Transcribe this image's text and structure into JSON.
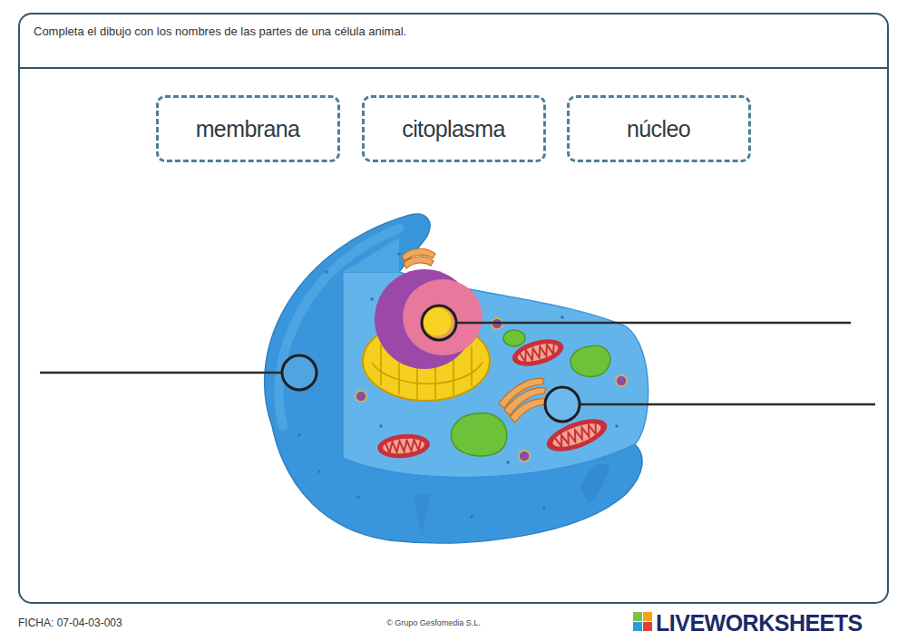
{
  "diagram": {
    "title": "Completa el dibujo con los nombres de las partes de una célula animal.",
    "nodes": [
      {
        "text": [
          "membrana"
        ]
      },
      {
        "text": [
          "citoplasma"
        ]
      },
      {
        "text": [
          "núcleo"
        ]
      }
    ],
    "labels": [
      "FICHA: 07-04-03-003",
      "© Grupo Gesfomedia S.L.",
      "LIVEWORKSHEETS"
    ]
  }
}
